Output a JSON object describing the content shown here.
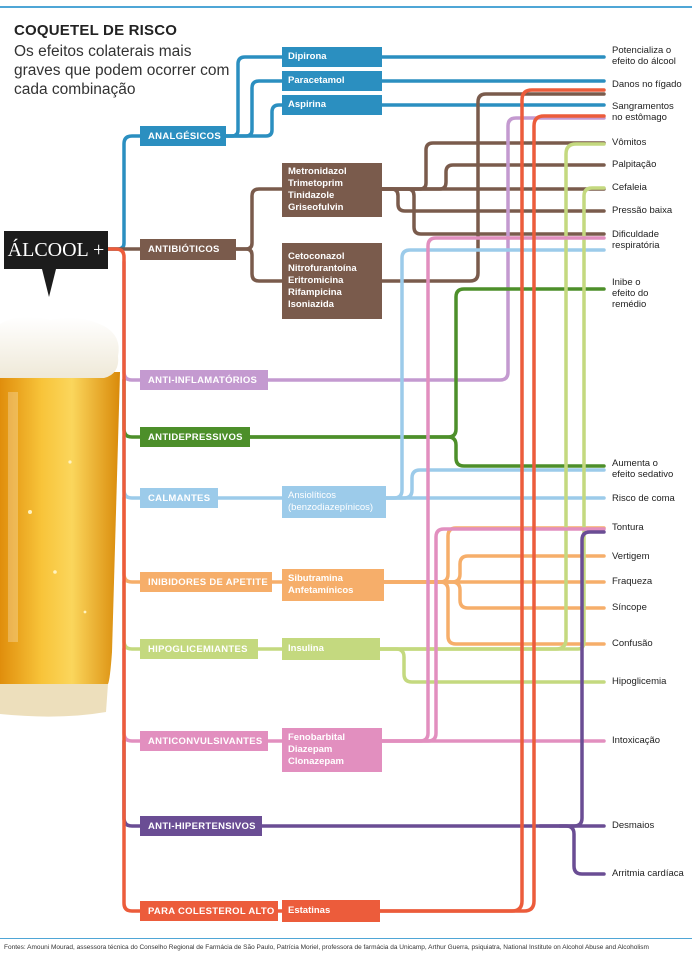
{
  "title": "COQUETEL DE RISCO",
  "subtitle": "Os efeitos colaterais mais graves que podem ocorrer com cada combinação",
  "alcool_label": "ÁLCOOL +",
  "source": "Fontes: Amouni Mourad, assessora técnica do Conselho Regional de Farmácia de São Paulo, Patrícia Moriel, professora de farmácia da Unicamp, Arthur Guerra, psiquiatra, National Institute on Alcohol Abuse and Alcoholism",
  "colors": {
    "analgesicos": "#2b8fc0",
    "antibioticos": "#7a5b4c",
    "antiinflamatorios": "#c49ad0",
    "antidepressivos": "#4d8f2a",
    "calmantes": "#9ccbea",
    "inibidores": "#f6ae6a",
    "hipoglicemiantes": "#c4d97f",
    "anticonvulsivantes": "#e28fbf",
    "antihipertensivos": "#6a4d94",
    "colesterol": "#ec5c3b"
  },
  "categories": [
    {
      "label": "ANALGÉSICOS"
    },
    {
      "label": "ANTIBIÓTICOS"
    },
    {
      "label": "ANTI-INFLAMATÓRIOS"
    },
    {
      "label": "ANTIDEPRESSIVOS"
    },
    {
      "label": "CALMANTES"
    },
    {
      "label": "INIBIDORES DE APETITE"
    },
    {
      "label": "HIPOGLICEMIANTES"
    },
    {
      "label": "ANTICONVULSIVANTES"
    },
    {
      "label": "ANTI-HIPERTENSIVOS"
    },
    {
      "label": "PARA COLESTEROL ALTO"
    }
  ],
  "drugs": {
    "dipirona": "Dipirona",
    "paracetamol": "Paracetamol",
    "aspirina": "Aspirina",
    "antibio1": [
      "Metronidazol",
      "Trimetoprim",
      "Tinidazole",
      "Griseofulvin"
    ],
    "antibio2": [
      "Cetoconazol",
      "Nitrofurantoína",
      "Eritromicina",
      "Rifampicina",
      "Isoniazida"
    ],
    "calmantes": [
      "Ansiolíticos",
      "(benzodiazepínicos)"
    ],
    "inibidores": [
      "Sibutramina",
      "Anfetamínicos"
    ],
    "hipo": "Insulina",
    "anticonv": [
      "Fenobarbital",
      "Diazepam",
      "Clonazepam"
    ],
    "colesterol": "Estatinas"
  },
  "effects": [
    {
      "lines": [
        "Potencializa o",
        "efeito do álcool"
      ]
    },
    {
      "lines": [
        "Danos no fígado"
      ]
    },
    {
      "lines": [
        "Sangramentos",
        "no estômago"
      ]
    },
    {
      "lines": [
        "Vômitos"
      ]
    },
    {
      "lines": [
        "Palpitação"
      ]
    },
    {
      "lines": [
        "Cefaleia"
      ]
    },
    {
      "lines": [
        "Pressão baixa"
      ]
    },
    {
      "lines": [
        "Dificuldade",
        "respiratória"
      ]
    },
    {
      "lines": [
        "Inibe o",
        "efeito do",
        "remédio"
      ]
    },
    {
      "lines": [
        "Aumenta o",
        "efeito sedativo"
      ]
    },
    {
      "lines": [
        "Risco de coma"
      ]
    },
    {
      "lines": [
        "Tontura"
      ]
    },
    {
      "lines": [
        "Vertigem"
      ]
    },
    {
      "lines": [
        "Fraqueza"
      ]
    },
    {
      "lines": [
        "Síncope"
      ]
    },
    {
      "lines": [
        "Confusão"
      ]
    },
    {
      "lines": [
        "Hipoglicemia"
      ]
    },
    {
      "lines": [
        "Intoxicação"
      ]
    },
    {
      "lines": [
        "Desmaios"
      ]
    },
    {
      "lines": [
        "Arritmia cardíaca"
      ]
    }
  ]
}
